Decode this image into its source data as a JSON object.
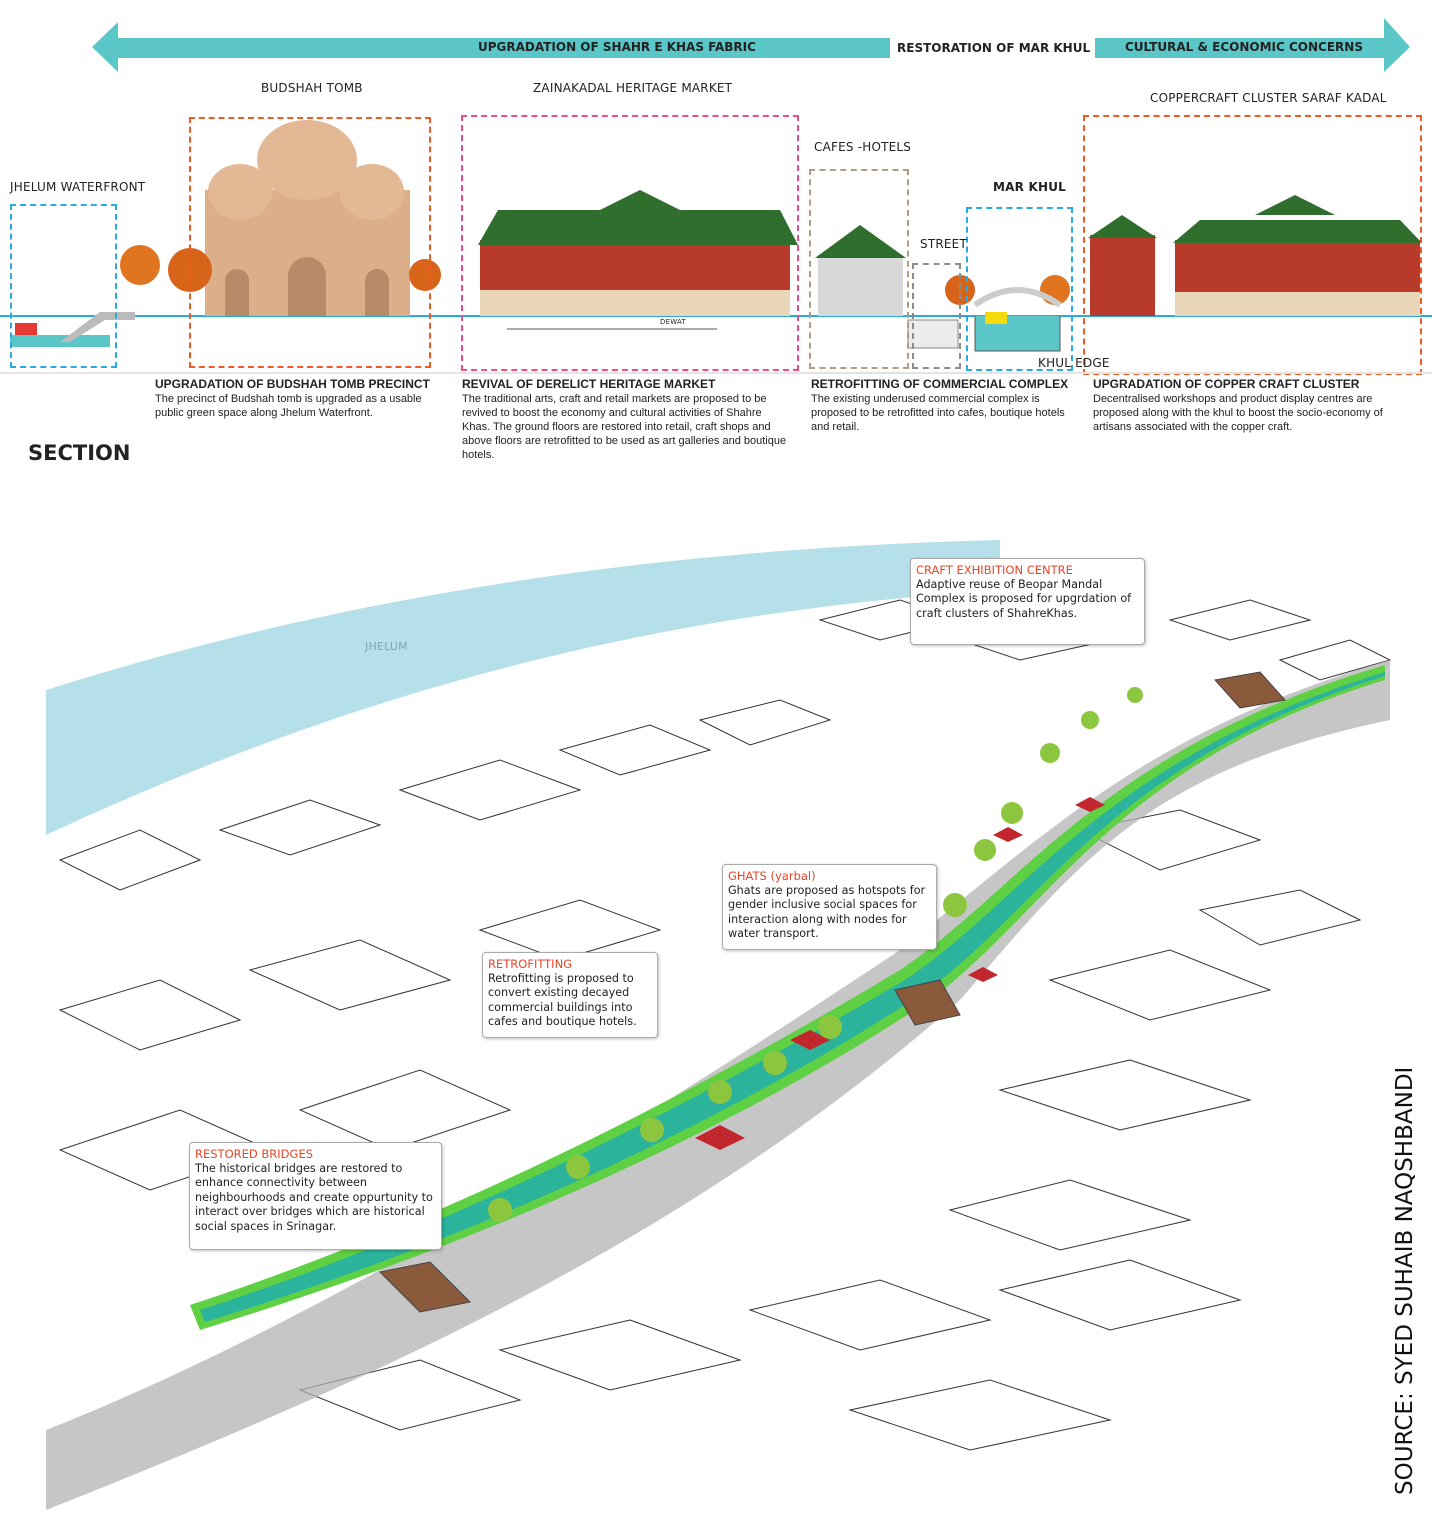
{
  "banner": {
    "left_label": "UPGRADATION OF SHAHR E KHAS FABRIC",
    "middle_label": "RESTORATION OF MAR KHUL",
    "right_label": "CULTURAL & ECONOMIC CONCERNS",
    "color": "#5bc6c8"
  },
  "section": {
    "title": "SECTION",
    "zones": [
      {
        "label": "JHELUM  WATERFRONT",
        "color": "#29abe2"
      },
      {
        "label": "BUDSHAH TOMB",
        "color": "#f15a24"
      },
      {
        "label": "ZAINAKADAL HERITAGE MARKET",
        "color": "#ee4d8c"
      },
      {
        "label": "CAFES -HOTELS",
        "color": "#b29c84"
      },
      {
        "label": "STREET",
        "color": "#8c8c8c"
      },
      {
        "label": "MAR KHUL",
        "color": "#29abe2"
      },
      {
        "label": "COPPERCRAFT CLUSTER  SARAF KADAL",
        "color": "#f15a24"
      }
    ],
    "small_labels": {
      "dewat": "DEWAT",
      "khul_edge": "KHUL EDGE"
    },
    "descriptions": [
      {
        "title": "UPGRADATION OF BUDSHAH TOMB PRECINCT",
        "text": "The precinct of Budshah tomb is upgraded as a usable public green space along Jhelum Waterfront."
      },
      {
        "title": "REVIVAL OF DERELICT HERITAGE MARKET",
        "text": "The traditional arts, craft and retail markets are proposed to be revived to boost the economy and cultural activities of Shahre Khas. The ground floors are restored into retail, craft shops and above floors are retrofitted to be used as art galleries and boutique hotels."
      },
      {
        "title": "RETROFITTING OF COMMERCIAL COMPLEX",
        "text": "The existing underused commercial complex is proposed to be retrofitted into cafes, boutique hotels and retail."
      },
      {
        "title": "UPGRADATION OF COPPER CRAFT CLUSTER",
        "text": "Decentralised workshops and product display centres are proposed along with the khul to boost the socio-economy of artisans associated with the copper craft."
      }
    ]
  },
  "plan": {
    "river_label": "JHELUM",
    "callouts": [
      {
        "title": "CRAFT EXHIBITION CENTRE",
        "text": "Adaptive reuse of Beopar Mandal Complex is proposed for upgrdation of craft clusters of ShahreKhas."
      },
      {
        "title": "GHATS (yarbal)",
        "text": "Ghats are proposed as hotspots for gender inclusive social spaces for interaction along with nodes for water transport."
      },
      {
        "title": "RETROFITTING",
        "text": "Retrofitting is proposed to convert existing decayed commercial buildings into cafes and boutique hotels."
      },
      {
        "title": "RESTORED BRIDGES",
        "text": "The historical bridges are restored to enhance connectivity between neighbourhoods and create oppurtunity to interact over bridges which are historical social spaces in Srinagar."
      }
    ],
    "source": "SOURCE: SYED SUHAIB NAQSHBANDI",
    "colors": {
      "river": "#a8dbe6",
      "canal": "#2bb39b",
      "canal_edge": "#5fd043",
      "road": "#b3b3b3",
      "accent": "#e8452a"
    }
  }
}
